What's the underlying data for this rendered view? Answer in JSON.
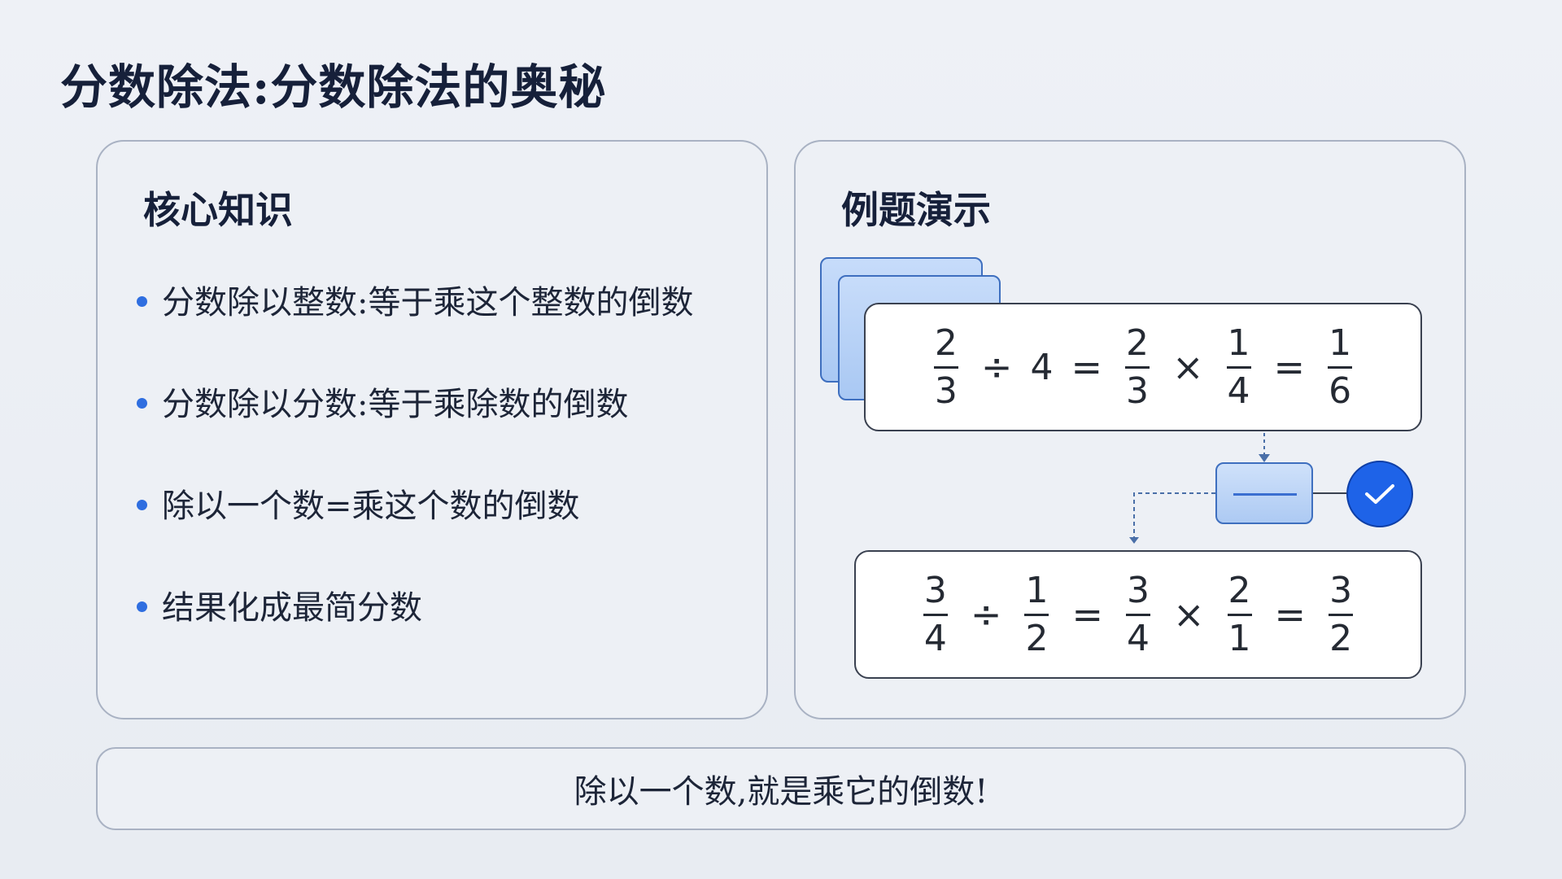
{
  "title": "分数除法:分数除法的奥秘",
  "left_panel": {
    "heading": "核心知识",
    "bullets": [
      "分数除以整数:等于乘这个整数的倒数",
      "分数除以分数:等于乘除数的倒数",
      "除以一个数=乘这个数的倒数",
      "结果化成最简分数"
    ]
  },
  "right_panel": {
    "heading": "例题演示",
    "example1": {
      "a_num": "2",
      "a_den": "3",
      "div": "÷",
      "b": "4",
      "eq1": "=",
      "c_num": "2",
      "c_den": "3",
      "mul": "×",
      "d_num": "1",
      "d_den": "4",
      "eq2": "=",
      "r_num": "1",
      "r_den": "6"
    },
    "example2": {
      "a_num": "3",
      "a_den": "4",
      "div": "÷",
      "b_num": "1",
      "b_den": "2",
      "eq1": "=",
      "c_num": "3",
      "c_den": "4",
      "mul": "×",
      "d_num": "2",
      "d_den": "1",
      "eq2": "=",
      "r_num": "3",
      "r_den": "2"
    },
    "check_icon": "checkmark-icon"
  },
  "footer": {
    "text": "除以一个数,就是乘它的倒数!"
  },
  "colors": {
    "accent": "#2f6ee0",
    "check": "#1e63e8",
    "card_blue": "#b8d2f6"
  }
}
